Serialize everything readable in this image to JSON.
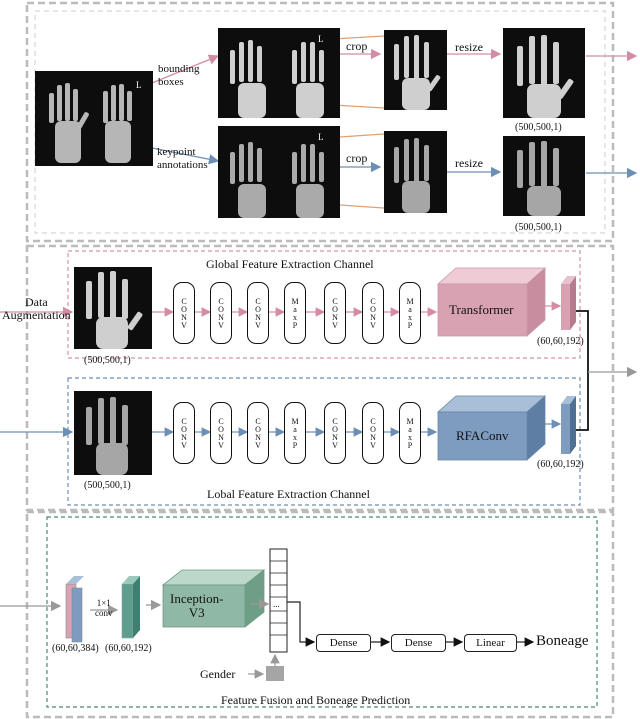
{
  "preprocessing": {
    "bbox_label": "bounding\nboxes",
    "kp_label": "keypoint\nannotations",
    "crop": "crop",
    "resize": "resize",
    "size_top": "(500,500,1)",
    "size_bottom": "(500,500,1)"
  },
  "global_channel": {
    "title": "Global Feature Extraction Channel",
    "input_label": "Data\nAugmentation",
    "input_size": "(500,500,1)",
    "layers": [
      "CONV",
      "CONV",
      "CONV",
      "MaxP",
      "CONV",
      "CONV",
      "MaxP"
    ],
    "block": "Transformer",
    "output_size": "(60,60,192)"
  },
  "local_channel": {
    "title": "Lobal Feature Extraction Channel",
    "input_size": "(500,500,1)",
    "layers": [
      "CONV",
      "CONV",
      "CONV",
      "MaxP",
      "CONV",
      "CONV",
      "MaxP"
    ],
    "block": "RFAConv",
    "output_size": "(60,60,192)"
  },
  "fusion": {
    "concat_size": "(60,60,384)",
    "conv_label": "1×1\nconv",
    "conv_size": "(60,60,192)",
    "inception": "Inception-\nV3",
    "gender": "Gender",
    "dense1": "Dense",
    "dense2": "Dense",
    "linear": "Linear",
    "output": "Boneage",
    "title": "Feature Fusion and Boneage Prediction"
  },
  "colors": {
    "pink": "#d9a2b3",
    "blue": "#7e9cbf",
    "green": "#6f9e86",
    "transformer": "#d9a2b3",
    "rfaconv": "#7e9cbf",
    "inception": "#8fb9a6"
  }
}
